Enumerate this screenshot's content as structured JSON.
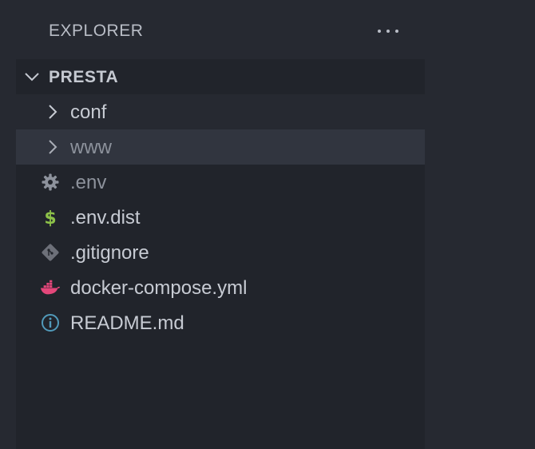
{
  "explorer": {
    "title": "EXPLORER",
    "more_actions_icon": "ellipsis-icon"
  },
  "project": {
    "name": "PRESTA",
    "expanded": true
  },
  "tree": {
    "items": [
      {
        "label": "conf",
        "kind": "folder",
        "icon": "chevron-right-icon"
      },
      {
        "label": "www",
        "kind": "folder",
        "icon": "chevron-right-icon"
      },
      {
        "label": ".env",
        "kind": "file",
        "icon": "gear-icon"
      },
      {
        "label": ".env.dist",
        "kind": "file",
        "icon": "dollar-icon"
      },
      {
        "label": ".gitignore",
        "kind": "file",
        "icon": "git-icon"
      },
      {
        "label": "docker-compose.yml",
        "kind": "file",
        "icon": "docker-icon"
      },
      {
        "label": "README.md",
        "kind": "file",
        "icon": "info-icon"
      }
    ]
  },
  "colors": {
    "dollar": "#8dc149",
    "docker": "#e3477a",
    "info": "#519aba",
    "gear": "#8d929c",
    "git": "#6d7079"
  }
}
